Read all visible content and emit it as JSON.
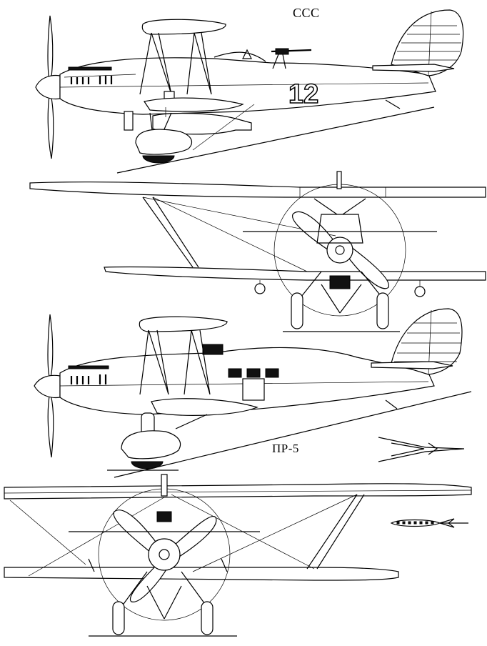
{
  "labels": {
    "top_variant": "ССС",
    "bottom_variant": "ПР-5",
    "fuselage_number": "12"
  }
}
